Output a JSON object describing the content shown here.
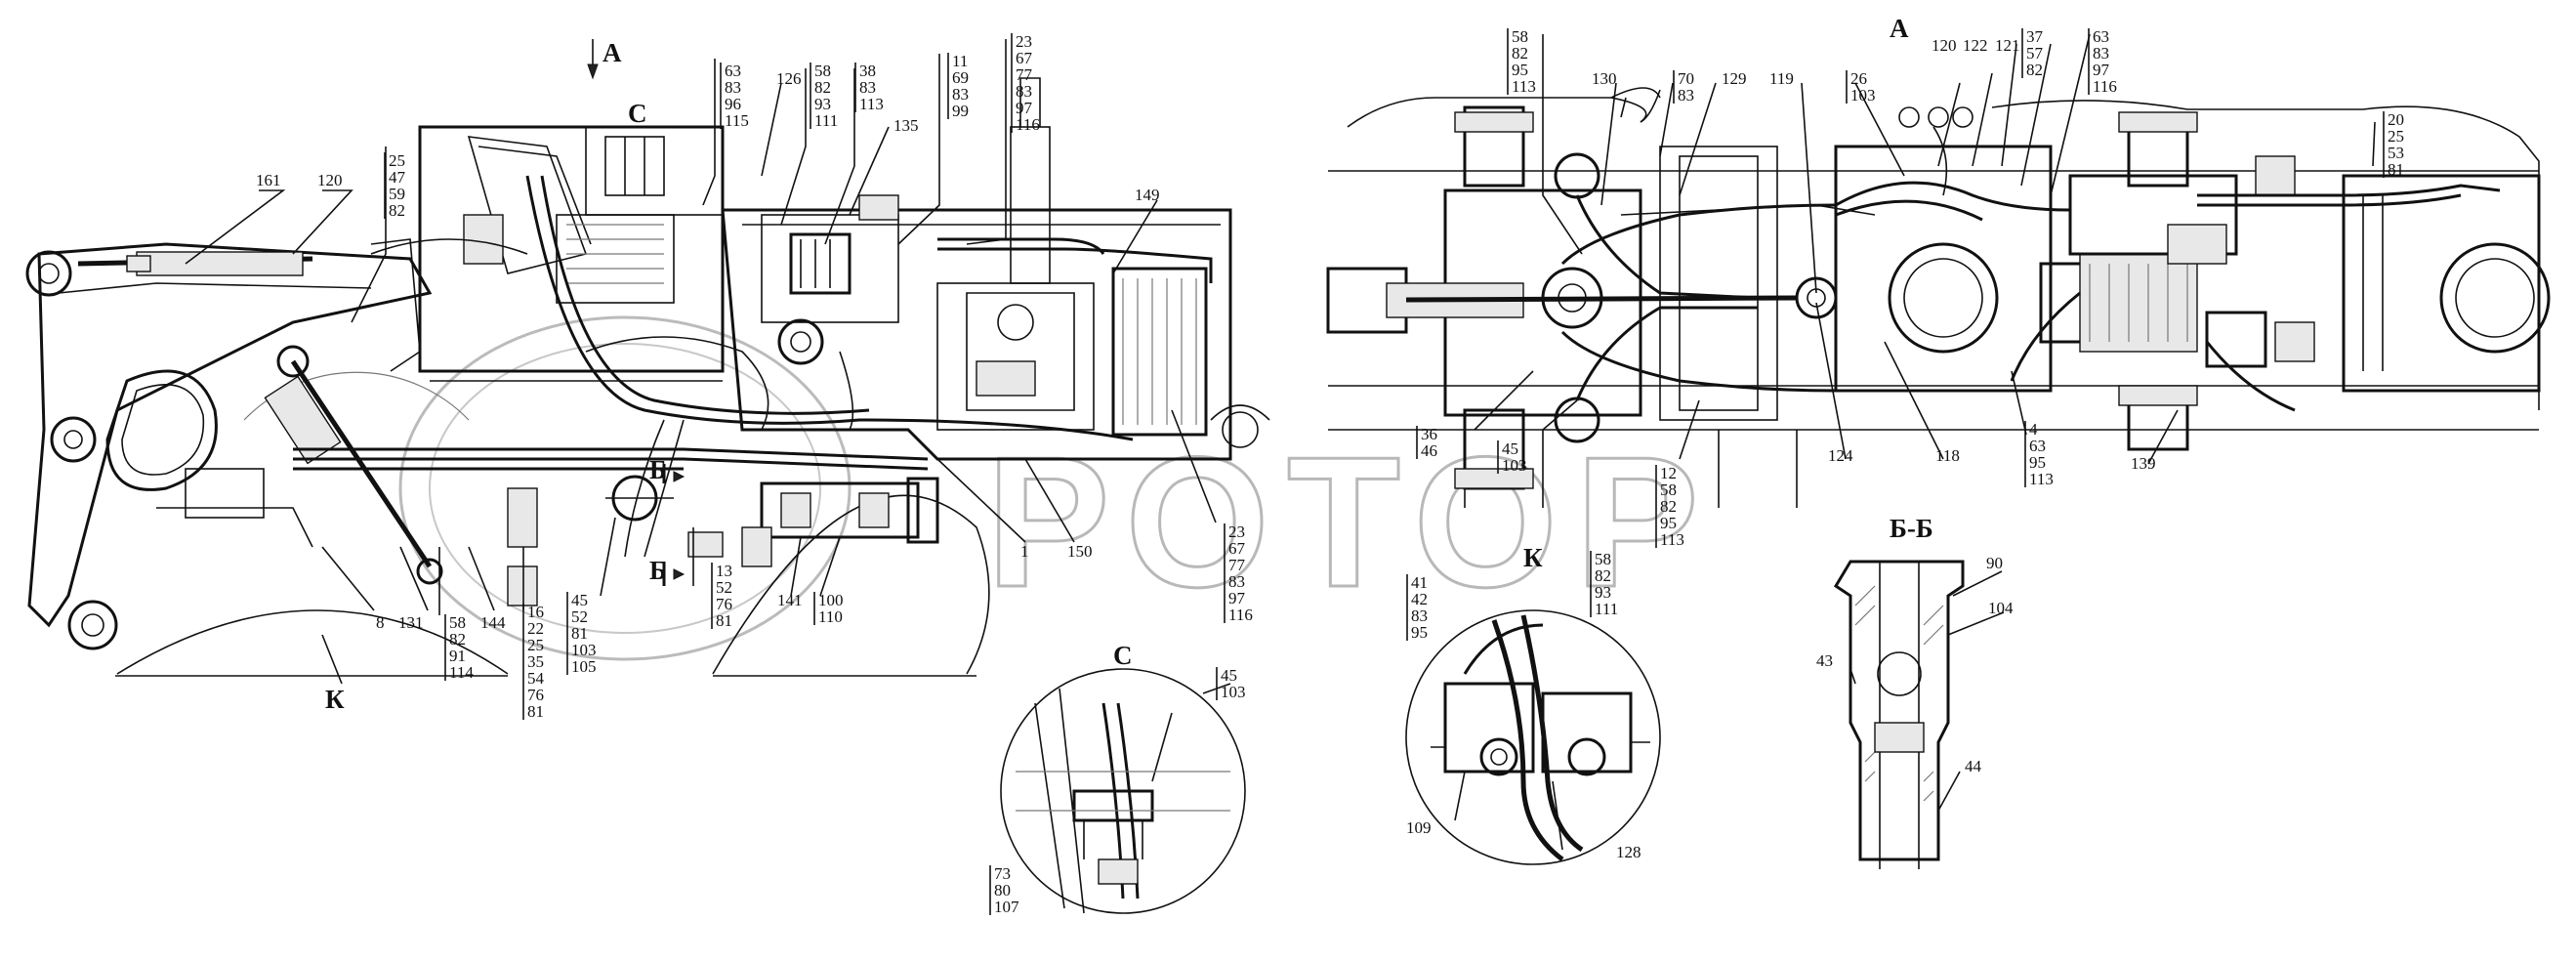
{
  "watermark": "РОТОР",
  "sections": {
    "A_left": "А",
    "A_right": "А",
    "C_main": "С",
    "C_detail": "С",
    "K_main": "К",
    "K_detail": "К",
    "B_mark_upper": "Б",
    "B_mark_lower": "Б",
    "BB_detail": "Б-Б"
  },
  "callouts": {
    "c161": "161",
    "c120L": "120",
    "c25_47_59_82": "25\n47\n59\n82",
    "c63_83_96_115": "63\n83\n96\n115",
    "c126": "126",
    "c58_82_93_111": "58\n82\n93\n111",
    "c38_83_113": "38\n83\n113",
    "c11_69_83_99": "11\n69\n83\n99",
    "c135": "135",
    "c23_67_77_83_97_116_top": "23\n67\n77\n83\n97\n116",
    "c149": "149",
    "c8": "8",
    "c131": "131",
    "c58_82_91_114": "58\n82\n91\n114",
    "c144": "144",
    "c16_22_25_35_54_76_81": "16\n22\n25\n35\n54\n76\n81",
    "c45_52_81_103_105": "45\n52\n81\n103\n105",
    "c13_52_76_81": "13\n52\n76\n81",
    "c141": "141",
    "c100_110": "100\n110",
    "c1": "1",
    "c150": "150",
    "c23_67_77_83_97_116_low": "23\n67\n77\n83\n97\n116",
    "c45_103_C": "45\n103",
    "c73_80_107": "73\n80\n107",
    "c58_82_95_113_top": "58\n82\n95\n113",
    "c130": "130",
    "c70_83": "70\n83",
    "c129": "129",
    "c119": "119",
    "c26_103": "26\n103",
    "c120R": "120",
    "c122": "122",
    "c121": "121",
    "c37_57_82": "37\n57\n82",
    "c63_83_97_116": "63\n83\n97\n116",
    "c20_25_53_81": "20\n25\n53\n81",
    "c36_46": "36\n46",
    "c45_103_R": "45\n103",
    "c12_58_82_95_113": "12\n58\n82\n95\n113",
    "c124": "124",
    "c118": "118",
    "c4_63_95_113": "4\n63\n95\n113",
    "c139": "139",
    "c41_42_83_95": "41\n42\n83\n95",
    "c58_82_93_111_K": "58\n82\n93\n111",
    "c109": "109",
    "c128": "128",
    "c90": "90",
    "c104": "104",
    "c43": "43",
    "c44": "44"
  }
}
